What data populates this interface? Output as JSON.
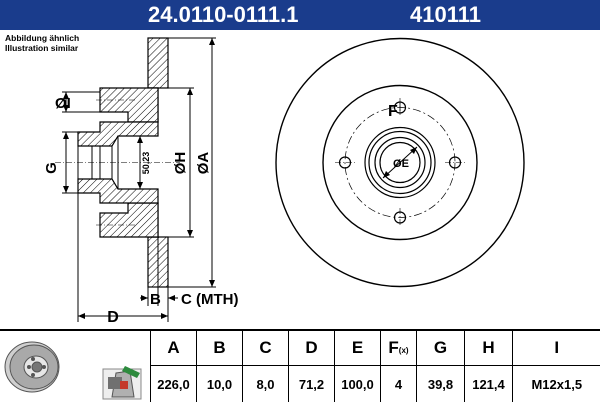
{
  "header": {
    "part_number": "24.0110-0111.1",
    "alt_number": "410111"
  },
  "note": {
    "line1": "Abbildung ähnlich",
    "line2": "Illustration similar"
  },
  "drawing_labels": {
    "I": "ØI",
    "G": "G",
    "H": "ØH",
    "A": "ØA",
    "D": "D",
    "B": "B",
    "C": "C (MTH)",
    "dim": "50,23",
    "F": "F",
    "E": "ØE"
  },
  "table": {
    "headers": [
      "A",
      "B",
      "C",
      "D",
      "E",
      "F",
      "G",
      "H",
      "I"
    ],
    "f_suffix": "(x)",
    "values": [
      "226,0",
      "10,0",
      "8,0",
      "71,2",
      "100,0",
      "4",
      "39,8",
      "121,4",
      "M12x1,5"
    ]
  },
  "colors": {
    "header_bg": "#1a3c8c",
    "header_text": "#ffffff",
    "line": "#000000"
  },
  "icons": [
    "brake-disc-thumbnail-icon",
    "brake-caliper-tool-icon"
  ]
}
